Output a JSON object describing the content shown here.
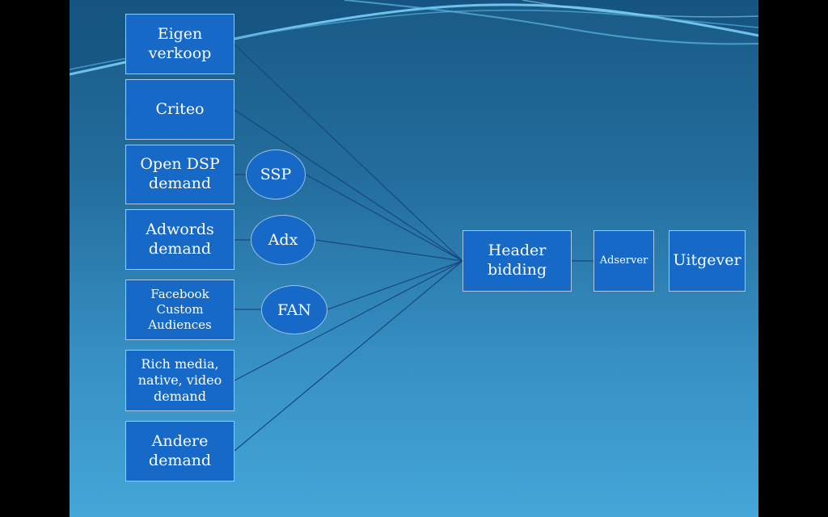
{
  "diagram": {
    "sources": {
      "eigen_verkoop": "Eigen\nverkoop",
      "criteo": "Criteo",
      "open_dsp": "Open DSP\ndemand",
      "adwords": "Adwords\ndemand",
      "facebook": "Facebook\nCustom\nAudiences",
      "rich_media": "Rich media,\nnative, video\ndemand",
      "andere": "Andere\ndemand"
    },
    "intermediaries": {
      "ssp": "SSP",
      "adx": "Adx",
      "fan": "FAN"
    },
    "chain": {
      "header_bidding": "Header\nbidding",
      "adserver": "Adserver",
      "uitgever": "Uitgever"
    },
    "colors": {
      "node_fill": "#1669c7",
      "node_border": "#aac8ea",
      "connector": "#17477e",
      "background_top": "#1a5a86",
      "background_bottom": "#45a6d8"
    }
  }
}
